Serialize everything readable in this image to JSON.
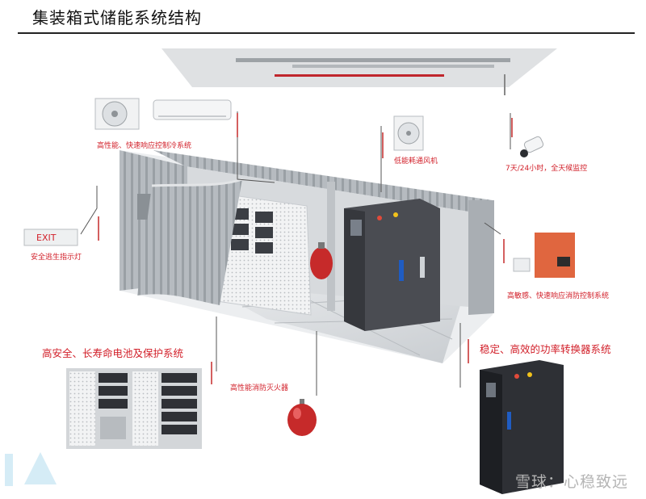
{
  "title": "集装箱式储能系统结构",
  "labels": {
    "hvac": "高性能、快速响应控制冷系统",
    "ventilation_fan": "低能耗通风机",
    "camera": "7天/24小时，全天候监控",
    "exit_sign": "安全逃生指示灯",
    "exit_text": "EXIT",
    "fire_control": "高敏感、快速响应消防控制系统",
    "battery": "高安全、长寿命电池及保护系统",
    "extinguisher": "高性能消防灭火器",
    "pcs": "稳定、高效的功率转换器系统"
  },
  "watermark": "雪球：心稳致远",
  "colors": {
    "label_red": "#d2202a",
    "container_gray": "#aeb3b8",
    "cabinet_dark": "#3a3a3f"
  }
}
